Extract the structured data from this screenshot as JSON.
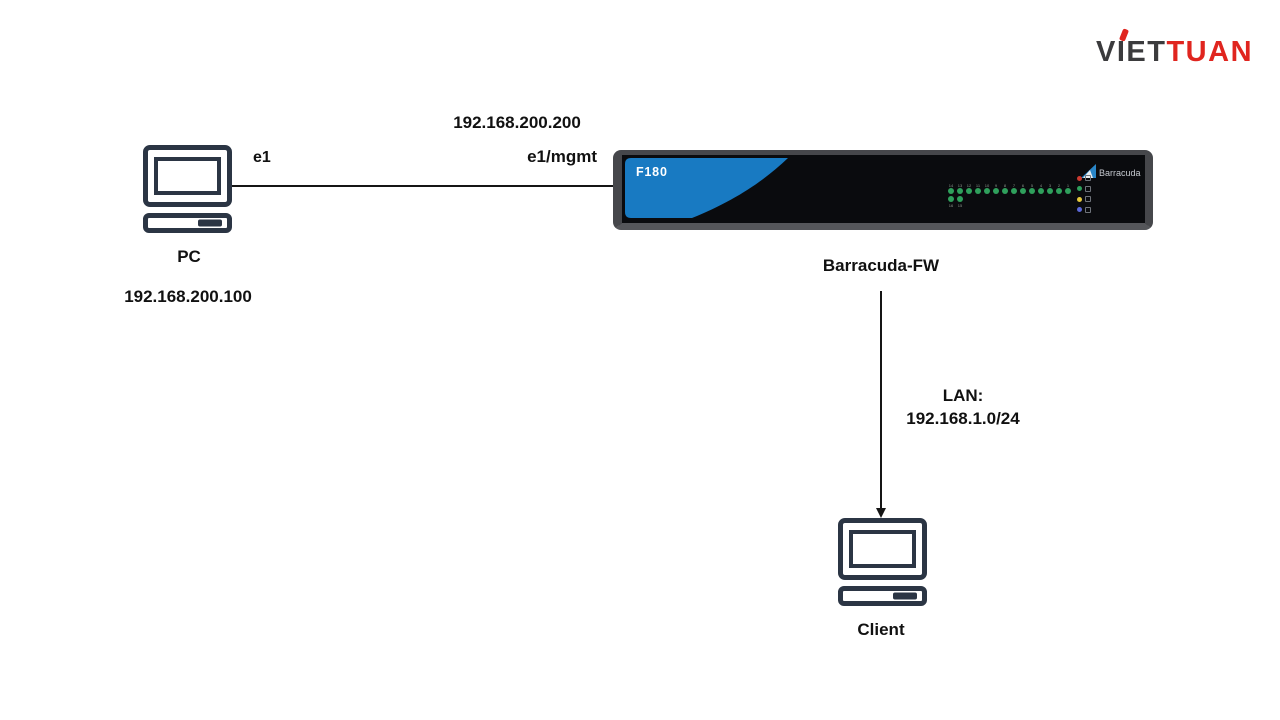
{
  "brand": {
    "viet": "VIET",
    "tuan": "TUAN",
    "viet_color": "#3b3b3d",
    "accent_color": "#e0251f"
  },
  "labels": {
    "fw_ip": "192.168.200.200",
    "fw_port": "e1/mgmt",
    "pc_port": "e1",
    "pc_name": "PC",
    "pc_ip": "192.168.200.100",
    "fw_name": "Barracuda-FW",
    "lan_line1": "LAN:",
    "lan_line2": "192.168.1.0/24",
    "client_name": "Client"
  },
  "firewall": {
    "model": "F180",
    "brand": "Barracuda",
    "panel_color": "#187ac2",
    "port_led_color": "#2fa05c",
    "port_numbers": [
      "14",
      "13",
      "12",
      "11",
      "10",
      "9",
      "8",
      "7",
      "6",
      "5",
      "4",
      "3",
      "2",
      "1"
    ],
    "bottom_port_numbers": [
      "16",
      "15"
    ],
    "status_led_colors": [
      "#cc3a30",
      "#2fa05c",
      "#e6c93c",
      "#5b68d8"
    ]
  },
  "colors": {
    "icon_stroke": "#2b3544",
    "line": "#151515"
  }
}
